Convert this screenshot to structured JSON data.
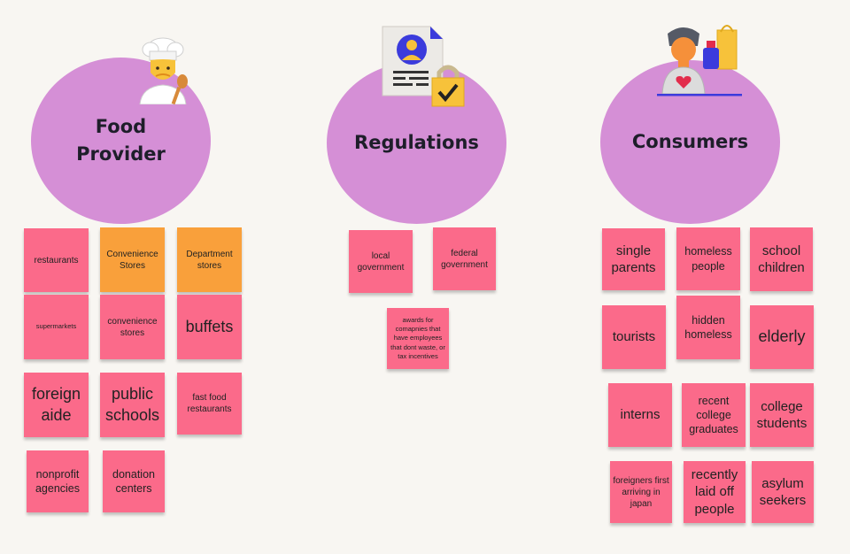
{
  "clusters": {
    "food_provider": {
      "title": "Food\nProvider",
      "icon": "chef-icon",
      "notes": [
        {
          "text": "restaurants",
          "color": "pink"
        },
        {
          "text": "Convenience Stores",
          "color": "orange"
        },
        {
          "text": "Department stores",
          "color": "orange"
        },
        {
          "text": "supermarkets",
          "color": "pink"
        },
        {
          "text": "convenience stores",
          "color": "pink"
        },
        {
          "text": "buffets",
          "color": "pink"
        },
        {
          "text": "foreign aide",
          "color": "pink"
        },
        {
          "text": "public schools",
          "color": "pink"
        },
        {
          "text": "fast food restaurants",
          "color": "pink"
        },
        {
          "text": "nonprofit agencies",
          "color": "pink"
        },
        {
          "text": "donation centers",
          "color": "pink"
        }
      ]
    },
    "regulations": {
      "title": "Regulations",
      "icon": "secure-document-icon",
      "notes": [
        {
          "text": "local government",
          "color": "pink"
        },
        {
          "text": "federal government",
          "color": "pink"
        },
        {
          "text": "awards for comapnies that have employees that dont waste, or tax incentives",
          "color": "pink"
        }
      ]
    },
    "consumers": {
      "title": "Consumers",
      "icon": "shopper-icon",
      "notes": [
        {
          "text": "single parents",
          "color": "pink"
        },
        {
          "text": "homeless people",
          "color": "pink"
        },
        {
          "text": "school children",
          "color": "pink"
        },
        {
          "text": "tourists",
          "color": "pink"
        },
        {
          "text": "hidden homeless",
          "color": "pink"
        },
        {
          "text": "elderly",
          "color": "pink"
        },
        {
          "text": "interns",
          "color": "pink"
        },
        {
          "text": "recent college graduates",
          "color": "pink"
        },
        {
          "text": "college students",
          "color": "pink"
        },
        {
          "text": "foreigners first arriving in japan",
          "color": "pink"
        },
        {
          "text": "recently laid off people",
          "color": "pink"
        },
        {
          "text": "asylum seekers",
          "color": "pink"
        }
      ]
    }
  },
  "colors": {
    "circle": "#d58fd6",
    "sticky_pink": "#fb6a8a",
    "sticky_orange": "#f9a03b",
    "background": "#f8f6f2"
  }
}
